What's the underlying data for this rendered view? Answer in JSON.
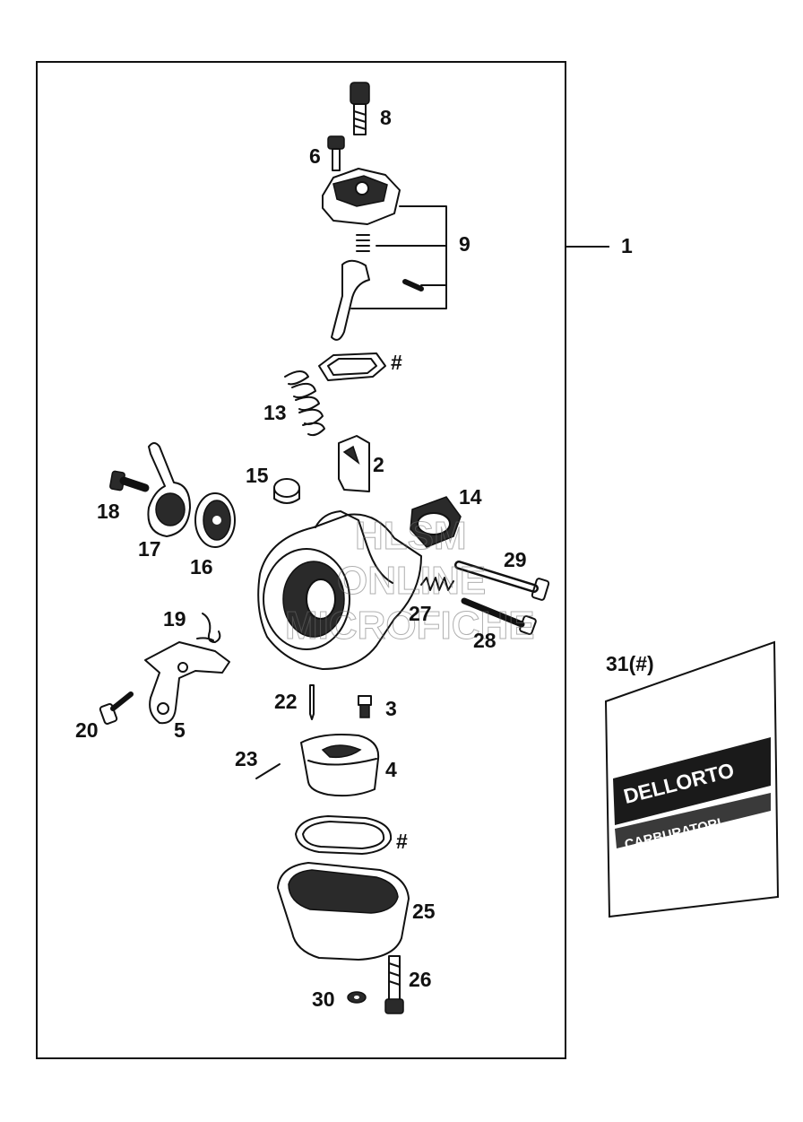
{
  "callouts": {
    "c1": "1",
    "c2": "2",
    "c3": "3",
    "c4": "4",
    "c5": "5",
    "c6": "6",
    "c8": "8",
    "c9": "9",
    "c13": "13",
    "c14": "14",
    "c15": "15",
    "c16": "16",
    "c17": "17",
    "c18": "18",
    "c19": "19",
    "c20": "20",
    "c22": "22",
    "c23": "23",
    "c25": "25",
    "c26": "26",
    "c27": "27",
    "c28": "28",
    "c29": "29",
    "c30": "30",
    "c31": "31(#)",
    "hash1": "#",
    "hash2": "#"
  },
  "watermark": {
    "line1": "HLSM",
    "line2": "ONLINE",
    "line3": "MICROFICHE"
  },
  "kit_bag": {
    "brand": "DELLORTO",
    "subtitle": "CARBURATORI"
  },
  "colors": {
    "ink": "#111111",
    "paper": "#ffffff",
    "watermark": "#6e6e6e"
  }
}
